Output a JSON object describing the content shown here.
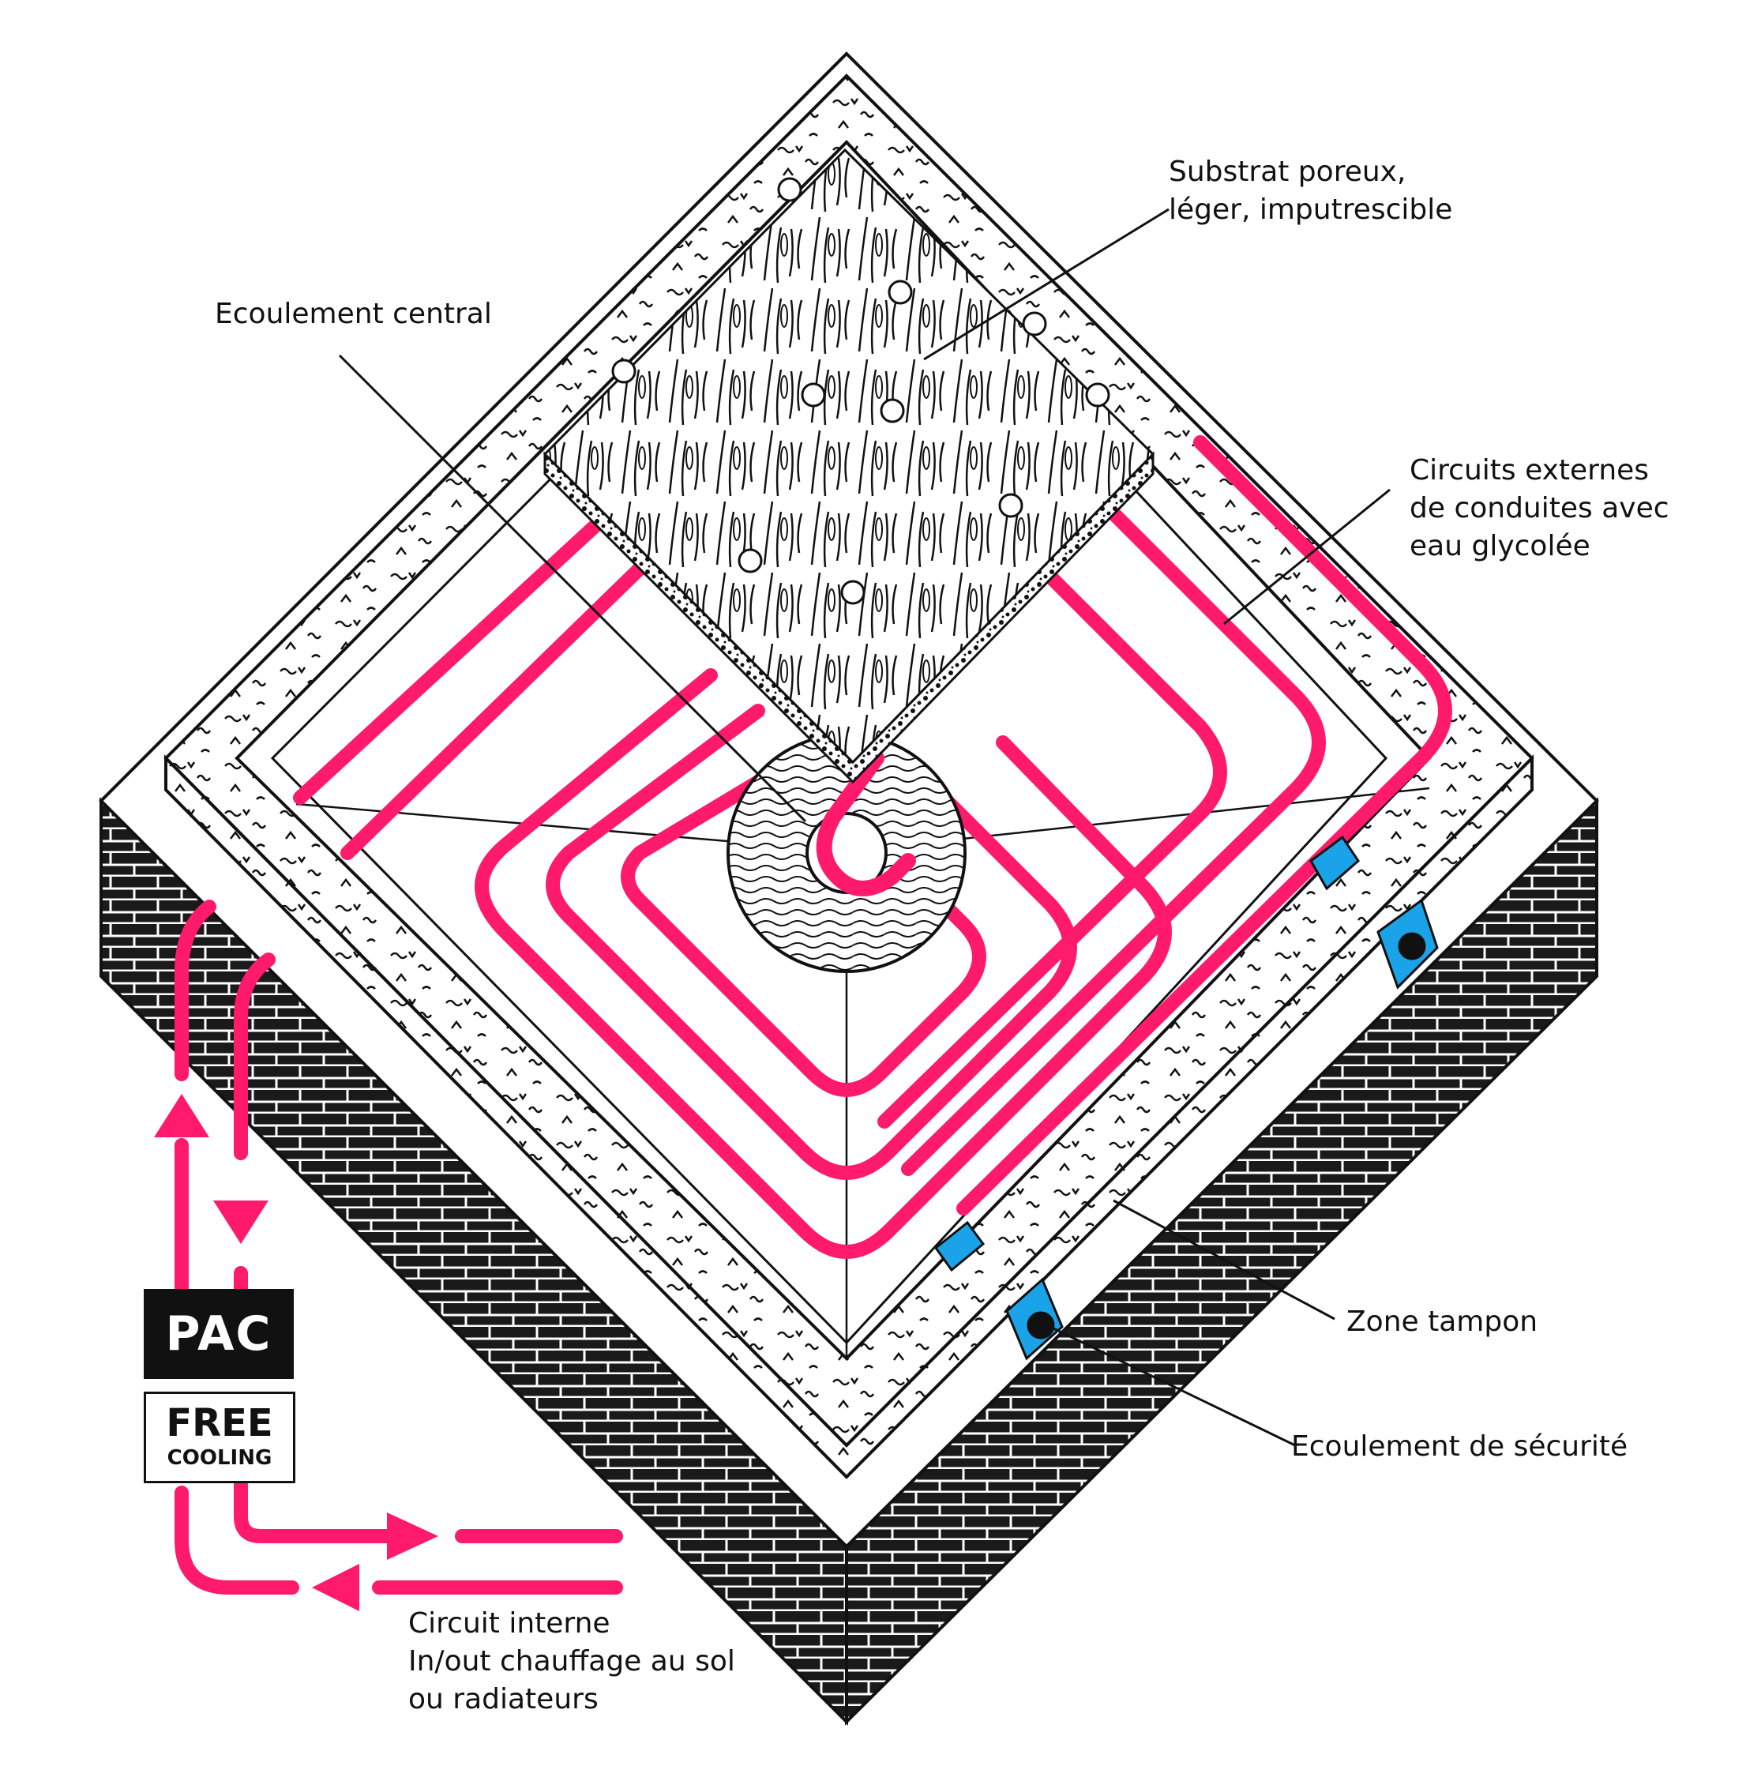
{
  "labels": {
    "substrat": [
      "Substrat poreux,",
      "léger, imputrescible"
    ],
    "ecoulement_central": "Ecoulement central",
    "circuits_externes": [
      "Circuits externes",
      "de conduites avec",
      "eau glycolée"
    ],
    "zone_tampon": "Zone tampon",
    "ecoulement_securite": "Ecoulement de sécurité",
    "circuit_interne": [
      "Circuit interne",
      "In/out chauffage au sol",
      "ou radiateurs"
    ]
  },
  "units": {
    "pac": "PAC",
    "free_cooling": [
      "FREE",
      "COOLING"
    ]
  },
  "colors": {
    "pipe": "#ff1a6c",
    "drain": "#1aa3e8",
    "ink": "#111111",
    "brick": "#1a1a1a"
  }
}
